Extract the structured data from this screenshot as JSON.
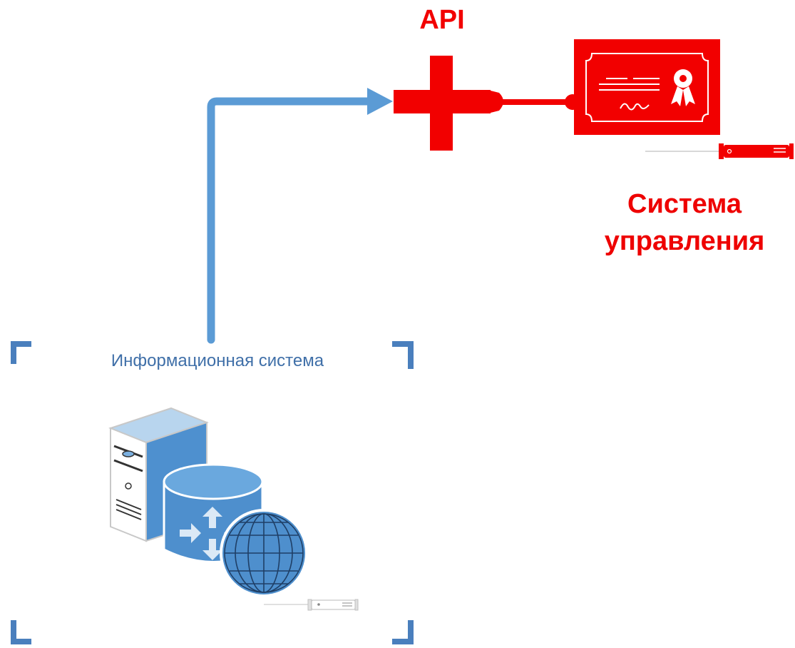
{
  "diagram": {
    "api_label": "API",
    "management_system": {
      "line1": "Система",
      "line2": "управления"
    },
    "information_system_label": "Информационная система"
  },
  "colors": {
    "accent_red": "#f20000",
    "flow_blue": "#5b9bd5",
    "frame_blue": "#4a7fbd",
    "label_blue": "#3f6fa8"
  },
  "icons": {
    "endpoint": "api-cross-icon",
    "certificate": "certificate-icon",
    "server": "server-icon",
    "database": "database-router-icon",
    "globe": "globe-icon",
    "device_tag": "device-tag-icon"
  }
}
